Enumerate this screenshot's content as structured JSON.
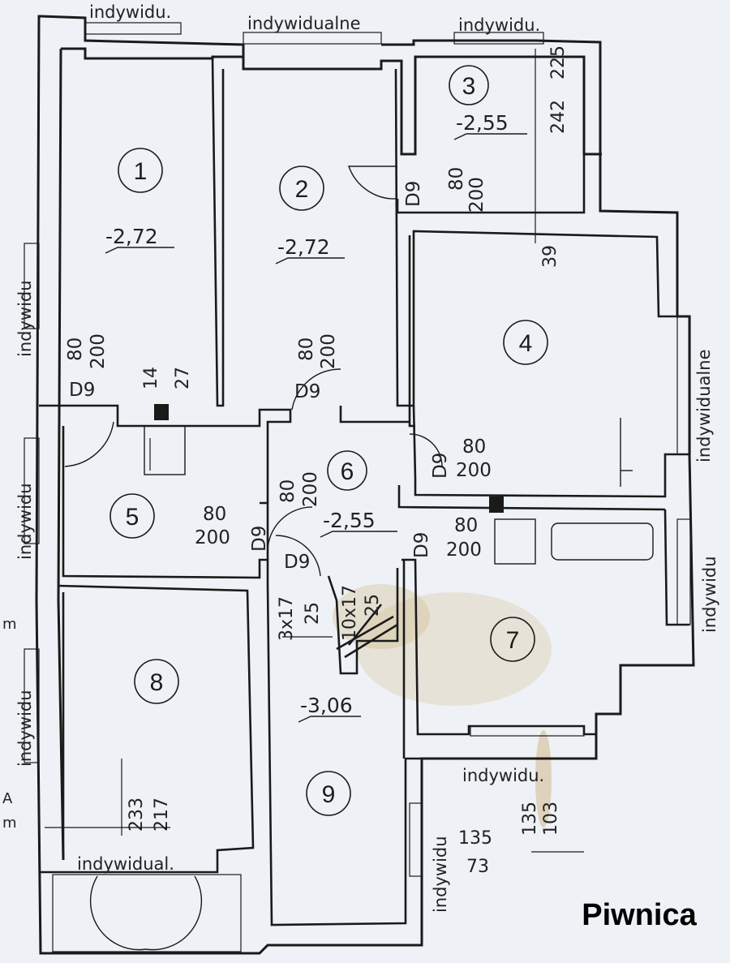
{
  "caption": "Piwnica",
  "colors": {
    "paper": "#eef1f5",
    "ink": "#1a1a1a",
    "stain": "#c8a46a"
  },
  "rooms": [
    {
      "number": "1",
      "level": "-2,72"
    },
    {
      "number": "2",
      "level": "-2,72"
    },
    {
      "number": "3",
      "level": "-2,55"
    },
    {
      "number": "4",
      "level": ""
    },
    {
      "number": "5",
      "level": ""
    },
    {
      "number": "6",
      "level": "-2,55"
    },
    {
      "number": "7",
      "level": ""
    },
    {
      "number": "8",
      "level": ""
    },
    {
      "number": "9",
      "level": "-3,06"
    }
  ],
  "window_labels": {
    "top_left": "indywidu.",
    "top_mid": "indywidualne",
    "top_right": "indywidu.",
    "left_upper": "indywidu",
    "left_mid": "indywidu",
    "left_lower": "indywidu",
    "right_upper": "indywidualne",
    "right_lower": "indywidu",
    "bottom_left": "indywidual.",
    "bottom_right": "indywidu.",
    "bottom_mid": "indywidu"
  },
  "doors": {
    "d3": {
      "type": "D9",
      "width": "80",
      "height": "200"
    },
    "d1": {
      "type": "D9",
      "width": "80",
      "height": "200"
    },
    "d2": {
      "type": "D9",
      "width": "80",
      "height": "200"
    },
    "d4": {
      "type": "D9",
      "width": "80",
      "height": "200"
    },
    "d5": {
      "type": "D9",
      "width": "80",
      "height": "200"
    },
    "d6": {
      "type": "D9",
      "width": "80",
      "height": "200"
    },
    "d7": {
      "type": "D9",
      "width": "80",
      "height": "200"
    },
    "d9": {
      "type": "D9"
    }
  },
  "dims": {
    "r3_a": "242",
    "r3_b": "225",
    "r4_top": "39",
    "vent_a": "14",
    "vent_b": "27",
    "stair_a": "3x17",
    "stair_b": "25",
    "stair_c": "10x17",
    "stair_d": "25",
    "r8_a": "233",
    "r8_b": "217",
    "win9_a": "135",
    "win9_b": "73",
    "win7_a": "135",
    "win7_b": "103"
  },
  "edge_marks": {
    "m1": "m",
    "a": "A",
    "m2": "m"
  }
}
